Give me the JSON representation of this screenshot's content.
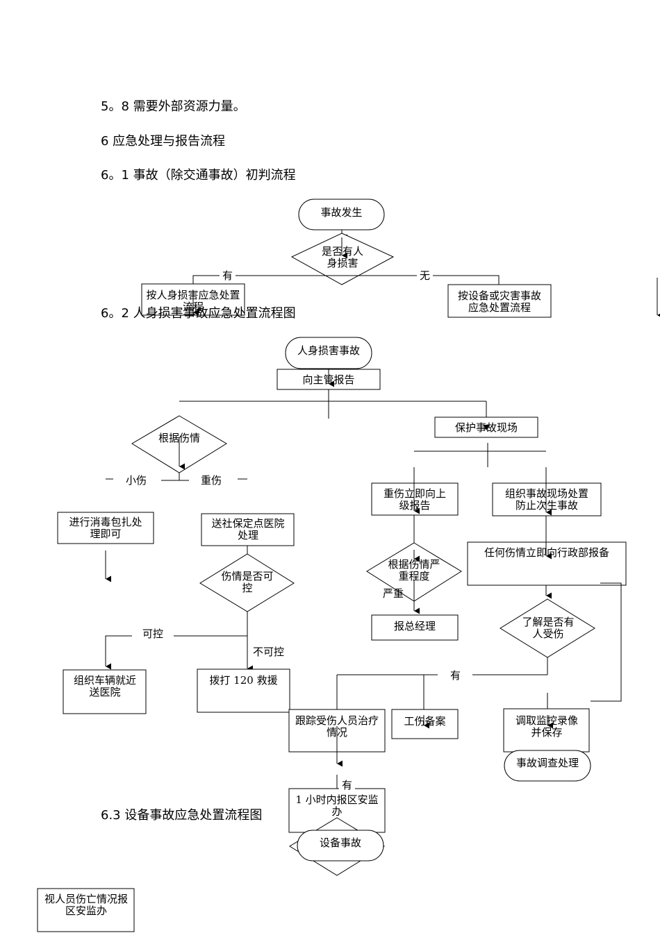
{
  "headings": {
    "h58": "5。8 需要外部资源力量。",
    "h6": "6 应急处理与报告流程",
    "h61": "6。1 事故（除交通事故）初判流程",
    "h62": "6。2 人身损害事故应急处置流程图",
    "h63": "6.3 设备事故应急处置流程图"
  },
  "flow61": {
    "start": "事故发生",
    "decision": "是否有人身损害",
    "yes": "有",
    "no": "无",
    "left_box": "按人身损害应急处置流程",
    "right_box": "按设备或灾害事故应急处置流程"
  },
  "flow62": {
    "start": "人身损害事故",
    "report": "向主管报告",
    "protect": "保护事故现场",
    "judge": "根据伤情",
    "minor": "小伤",
    "severe": "重伤",
    "disinfect": "进行消毒包扎处理即可",
    "hospital": "送社保定点医院处理",
    "controllable_q": "伤情是否可控",
    "controllable": "可控",
    "uncontrollable": "不可控",
    "vehicle": "组织车辆就近送医院",
    "call120": "拨打 120 救援",
    "report_up": "重伤立即向上级报告",
    "organize": "组织事故现场处置防止次生事故",
    "admin_report": "任何伤情立即向行政部报备",
    "severity": "根据伤情严重程度",
    "serious": "严重",
    "gm": "报总经理",
    "anyone_hurt": "了解是否有人受伤",
    "has": "有",
    "track": "跟踪受伤人员治疗情况",
    "injury_file": "工伤备案",
    "cctv": "调取监控录像并保存",
    "investigate": "事故调查处理",
    "has2": "有",
    "one_hour": "1 小时内报区安监办",
    "casualty": "视人员伤亡情况报区安监办"
  },
  "flow63": {
    "start": "设备事故"
  }
}
